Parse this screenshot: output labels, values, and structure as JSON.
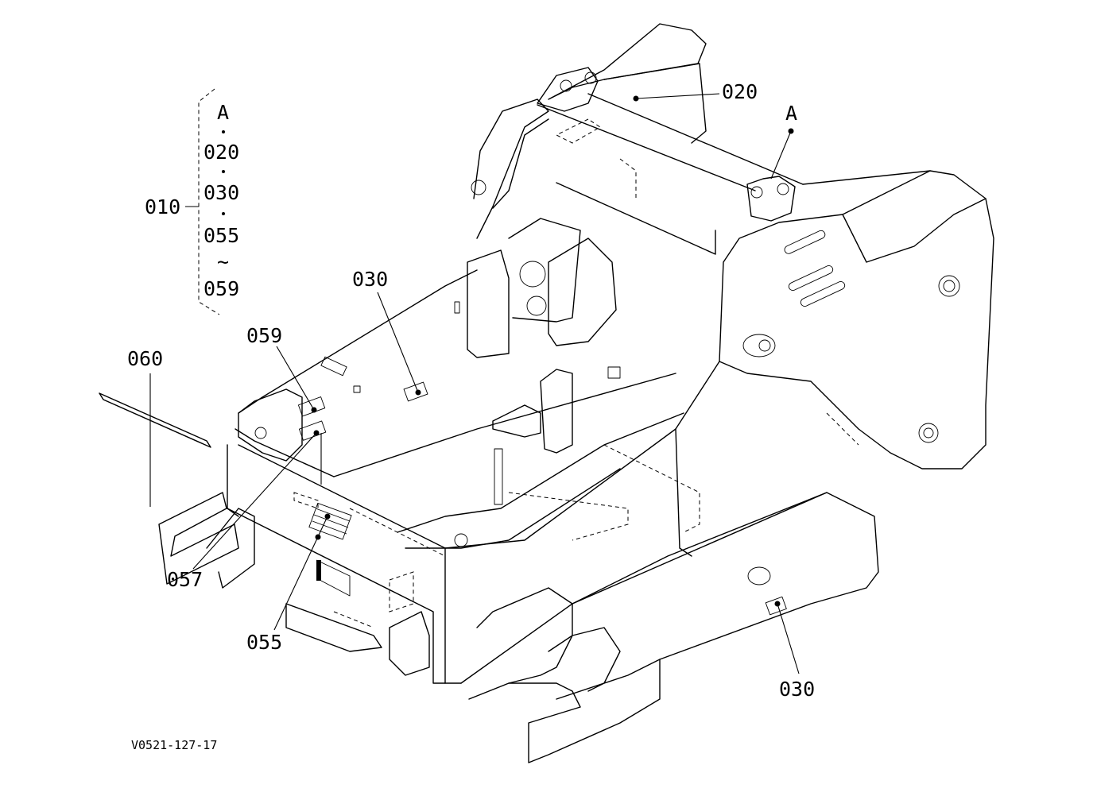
{
  "drawing_id": "V0521-127-17",
  "bracket_group": {
    "main_label": "010",
    "items": [
      "A",
      "020",
      "030",
      "055",
      "059"
    ],
    "range_symbol": "~"
  },
  "callouts": {
    "c020": "020",
    "cA": "A",
    "c030_top": "030",
    "c059": "059",
    "c060": "060",
    "c057": "057",
    "c055": "055",
    "c030_bottom": "030"
  }
}
